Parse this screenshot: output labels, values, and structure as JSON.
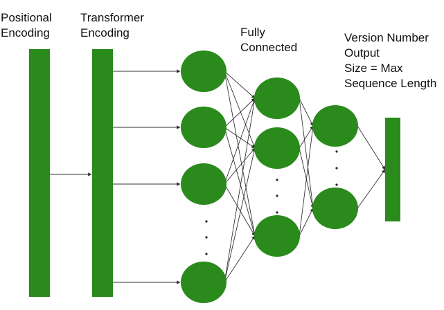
{
  "labels": {
    "positional": "Positional\nEncoding",
    "transformer": "Transformer\nEncoding",
    "fully_connected": "Fully\nConnected",
    "output": "Version Number\nOutput\nSize = Max\nSequence Length"
  },
  "colors": {
    "node": "#2a8a1c",
    "edge": "#333333",
    "text": "#111111"
  },
  "ellipsis": "·"
}
